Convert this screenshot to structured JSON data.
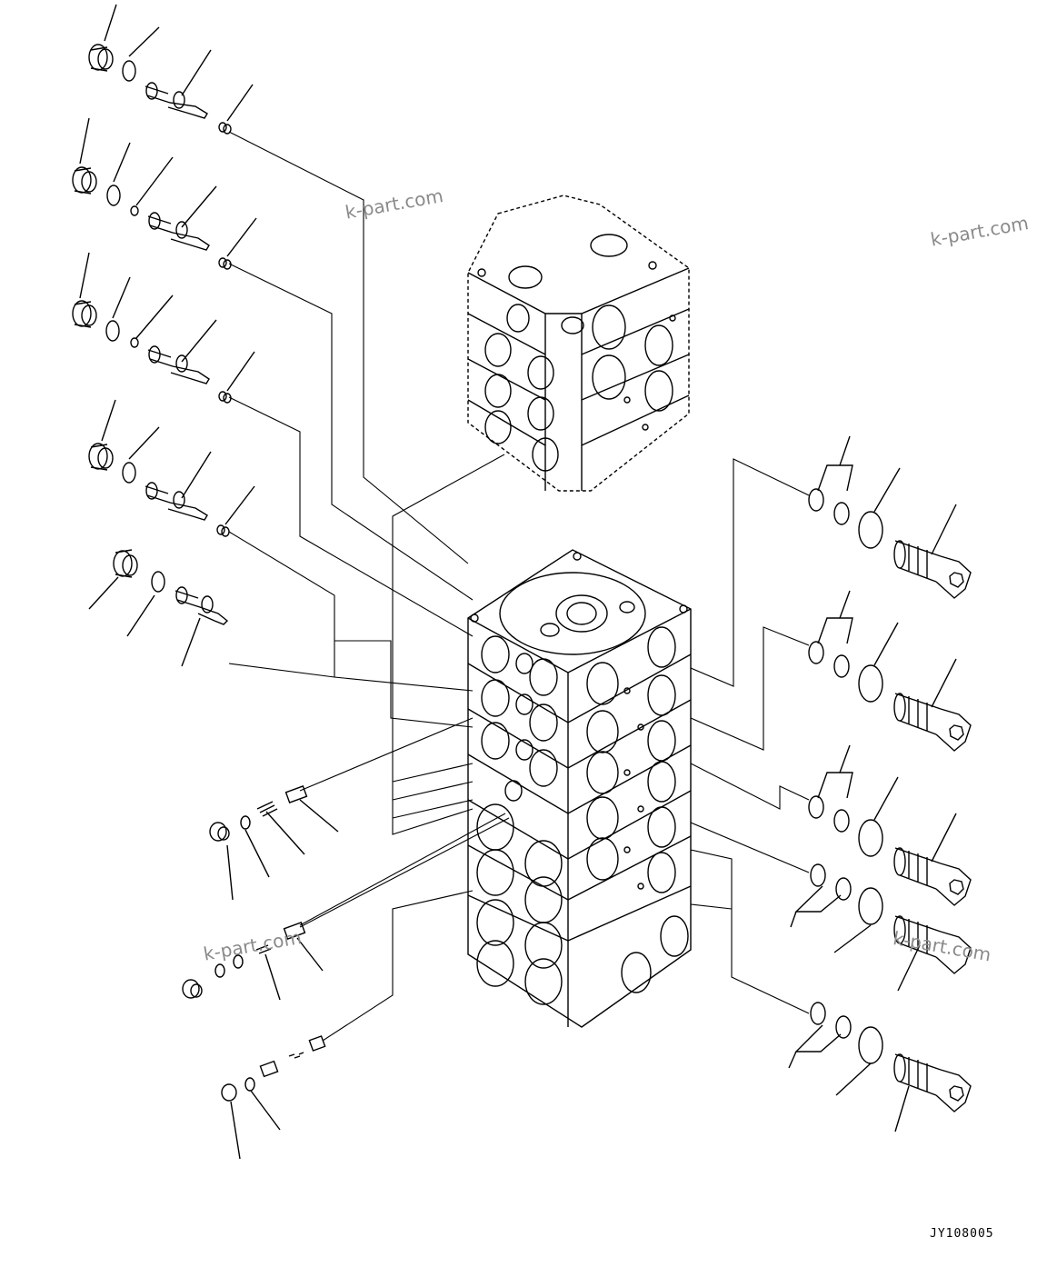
{
  "watermarks": [
    "k-part.com",
    "k-part.com",
    "k-part.com",
    "k-part.com"
  ],
  "drawing_code": "JY108005"
}
